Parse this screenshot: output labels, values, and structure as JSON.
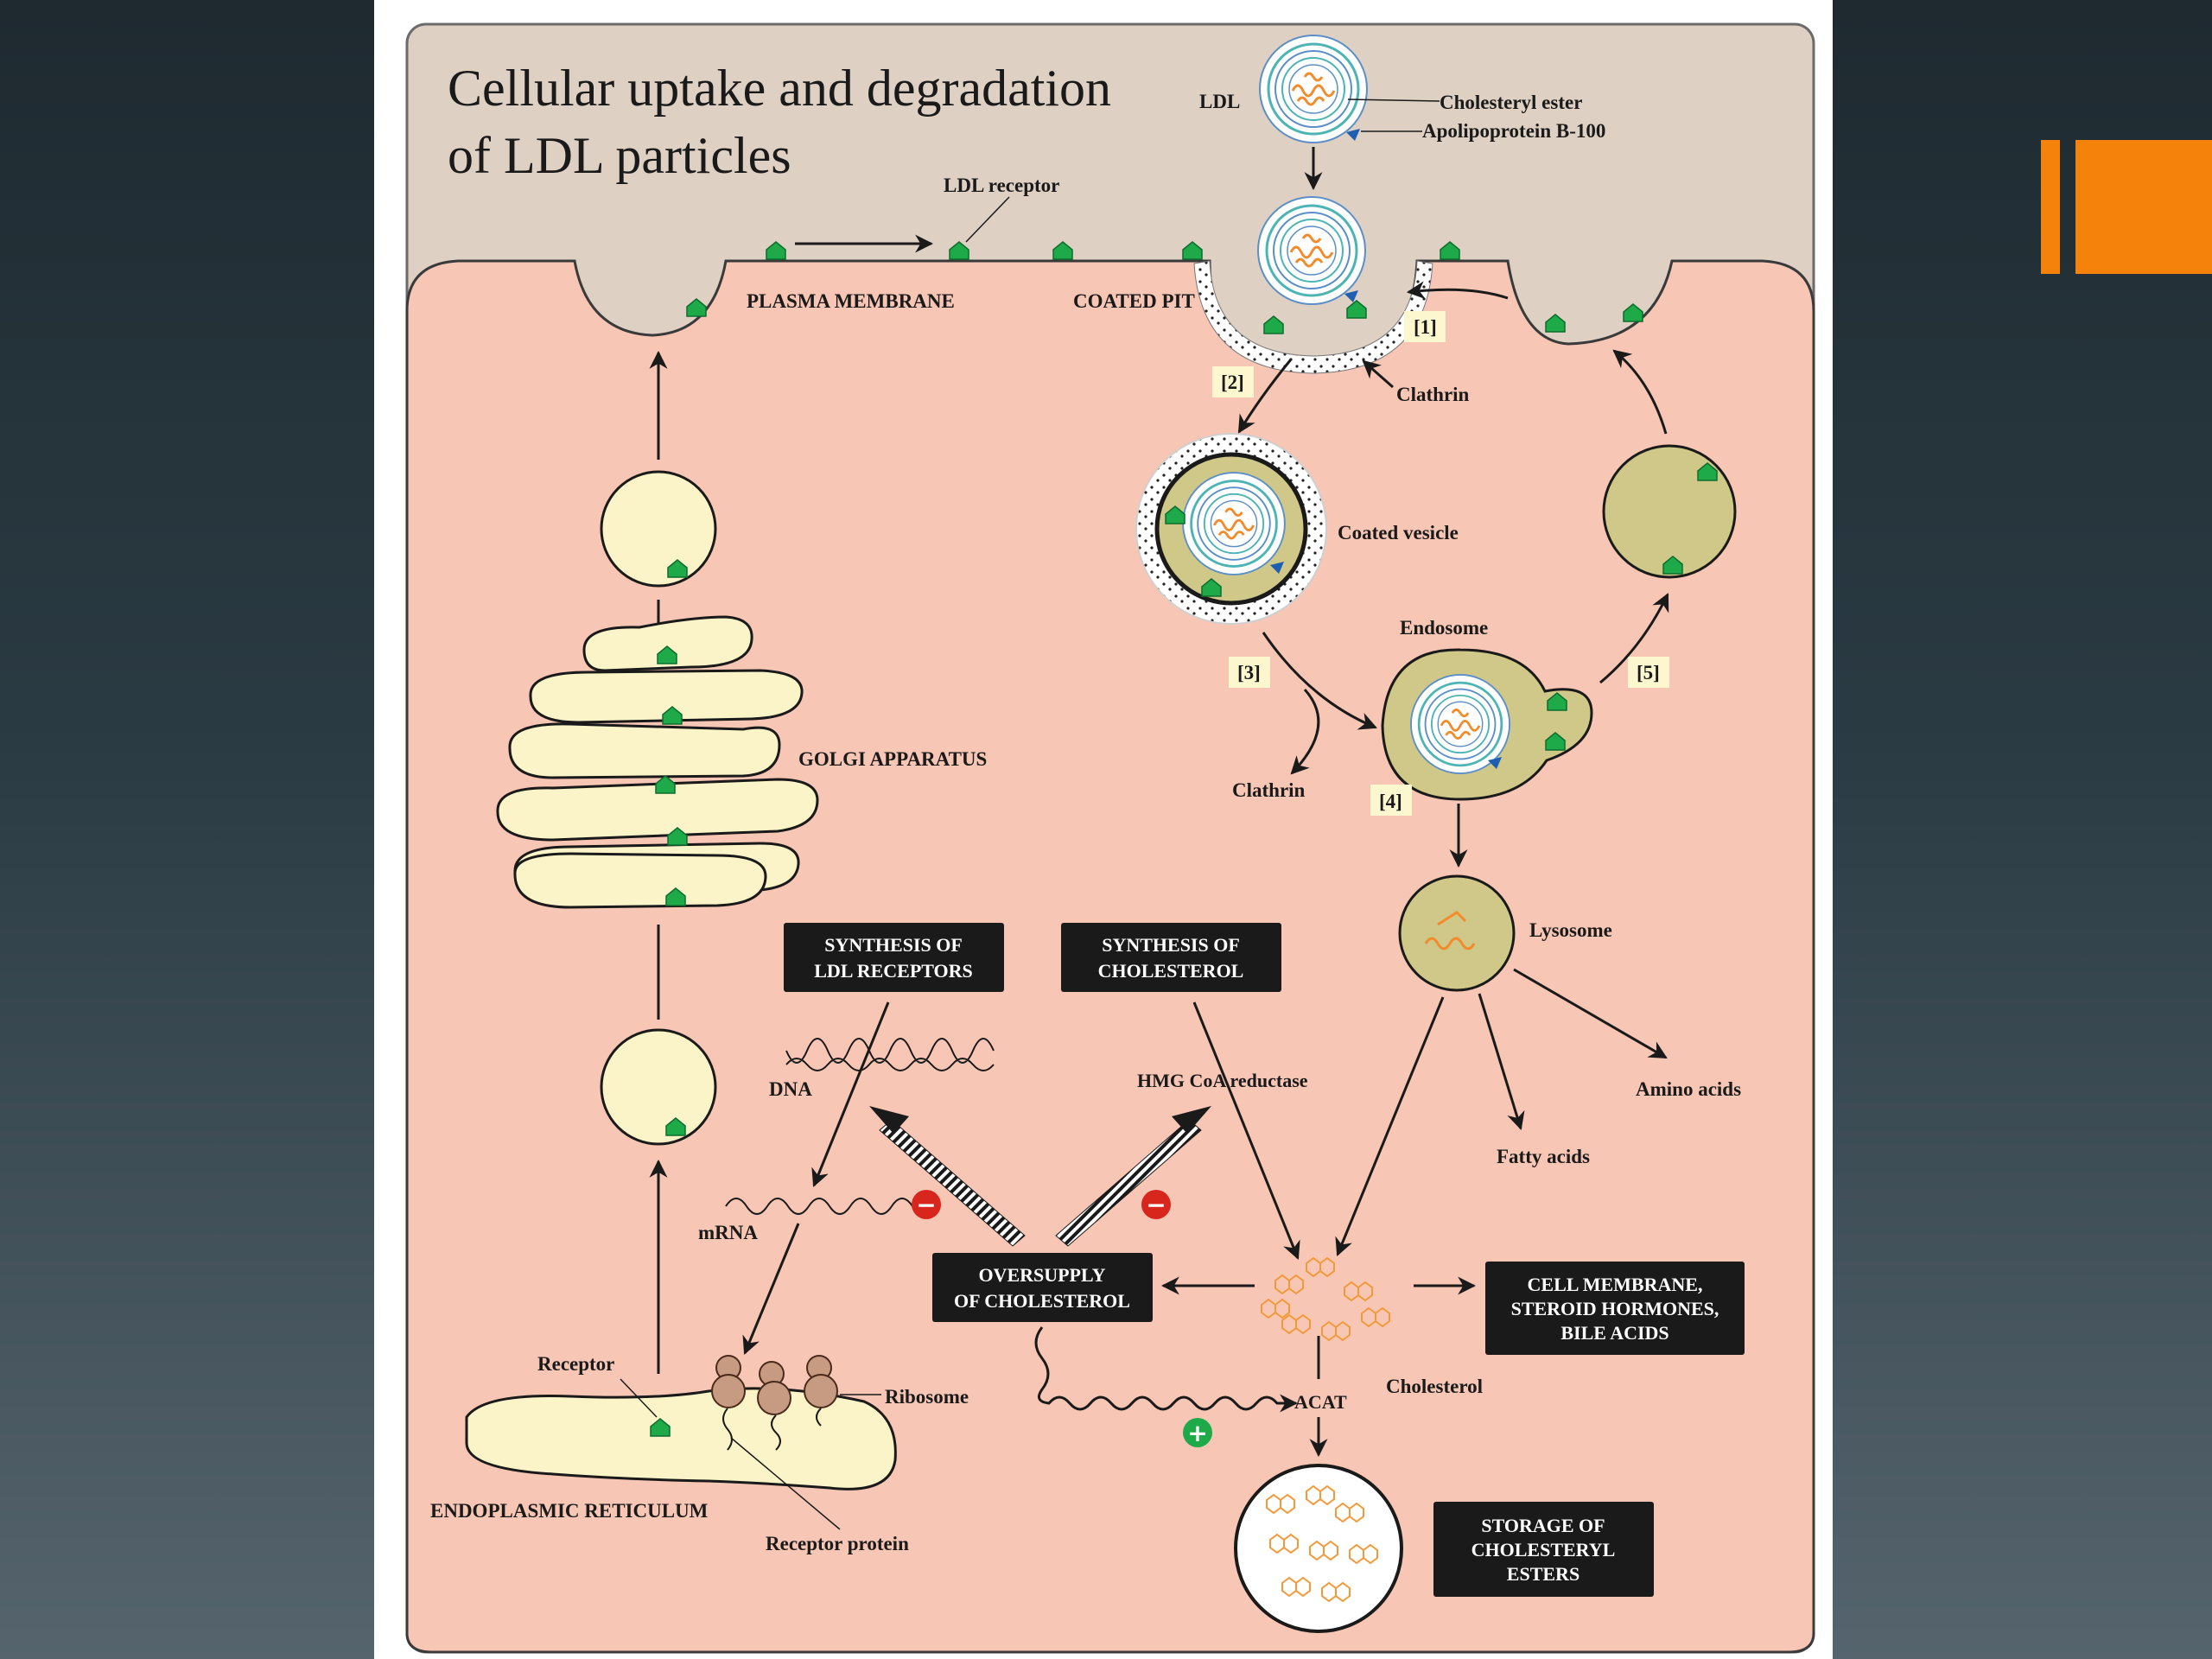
{
  "slide": {
    "title_line1": "Cellular uptake and degradation",
    "title_line2": "of LDL particles"
  },
  "colors": {
    "background": "#1e2a30",
    "accent": "#f5820b",
    "extracellular": "#ded0c3",
    "cytoplasm": "#f7c6b5",
    "organelle": "#fbf4c8",
    "vesicle": "#cfc889",
    "receptor": "#1faa4a",
    "box": "#1a1a1a"
  },
  "labels": {
    "ldl": "LDL",
    "cholesteryl_ester": "Cholesteryl ester",
    "apolipoprotein": "Apolipoprotein B-100",
    "ldl_receptor": "LDL receptor",
    "plasma_membrane": "PLASMA MEMBRANE",
    "coated_pit": "COATED PIT",
    "clathrin_top": "Clathrin",
    "coated_vesicle": "Coated vesicle",
    "endosome": "Endosome",
    "clathrin_bottom": "Clathrin",
    "lysosome": "Lysosome",
    "amino_acids": "Amino acids",
    "fatty_acids": "Fatty acids",
    "golgi": "GOLGI APPARATUS",
    "dna": "DNA",
    "mrna": "mRNA",
    "hmg": "HMG CoA reductase",
    "receptor": "Receptor",
    "ribosome": "Ribosome",
    "er": "ENDOPLASMIC RETICULUM",
    "receptor_protein": "Receptor protein",
    "acat": "ACAT",
    "cholesterol": "Cholesterol"
  },
  "steps": [
    "[1]",
    "[2]",
    "[3]",
    "[4]",
    "[5]"
  ],
  "boxes": {
    "synthesis_receptors": [
      "SYNTHESIS OF",
      "LDL RECEPTORS"
    ],
    "synthesis_cholesterol": [
      "SYNTHESIS OF",
      "CHOLESTEROL"
    ],
    "oversupply": [
      "OVERSUPPLY",
      "OF CHOLESTEROL"
    ],
    "cell_membrane": [
      "CELL MEMBRANE,",
      "STEROID HORMONES,",
      "BILE ACIDS"
    ],
    "storage": [
      "STORAGE OF",
      "CHOLESTERYL",
      "ESTERS"
    ]
  },
  "signs": {
    "minus": "−",
    "plus": "+"
  }
}
